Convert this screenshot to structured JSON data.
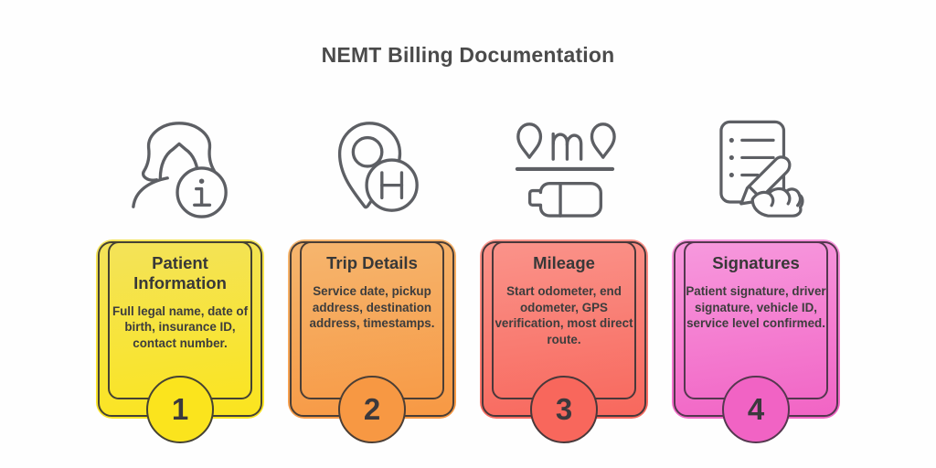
{
  "header": {
    "title": "NEMT Billing Documentation"
  },
  "steps": [
    {
      "number": "1",
      "title": "Patient Information",
      "description": "Full legal name, date of birth, insurance ID, contact number.",
      "icon": "patient-info-icon",
      "colors": {
        "top": "#f3e35b",
        "bottom": "#fbe41d",
        "border": "#454233"
      }
    },
    {
      "number": "2",
      "title": "Trip Details",
      "description": "Service date, pickup address, destination address, timestamps.",
      "icon": "trip-details-icon",
      "colors": {
        "top": "#f6b66f",
        "bottom": "#f79843",
        "border": "#4b3e35"
      }
    },
    {
      "number": "3",
      "title": "Mileage",
      "description": "Start odometer, end odometer, GPS verification, most direct route.",
      "icon": "mileage-icon",
      "colors": {
        "top": "#fa948b",
        "bottom": "#f8675c",
        "border": "#49383a"
      }
    },
    {
      "number": "4",
      "title": "Signatures",
      "description": "Patient signature, driver signature, vehicle ID, service level confirmed.",
      "icon": "signatures-icon",
      "colors": {
        "top": "#f79ade",
        "bottom": "#f163c4",
        "border": "#55374f"
      }
    }
  ]
}
